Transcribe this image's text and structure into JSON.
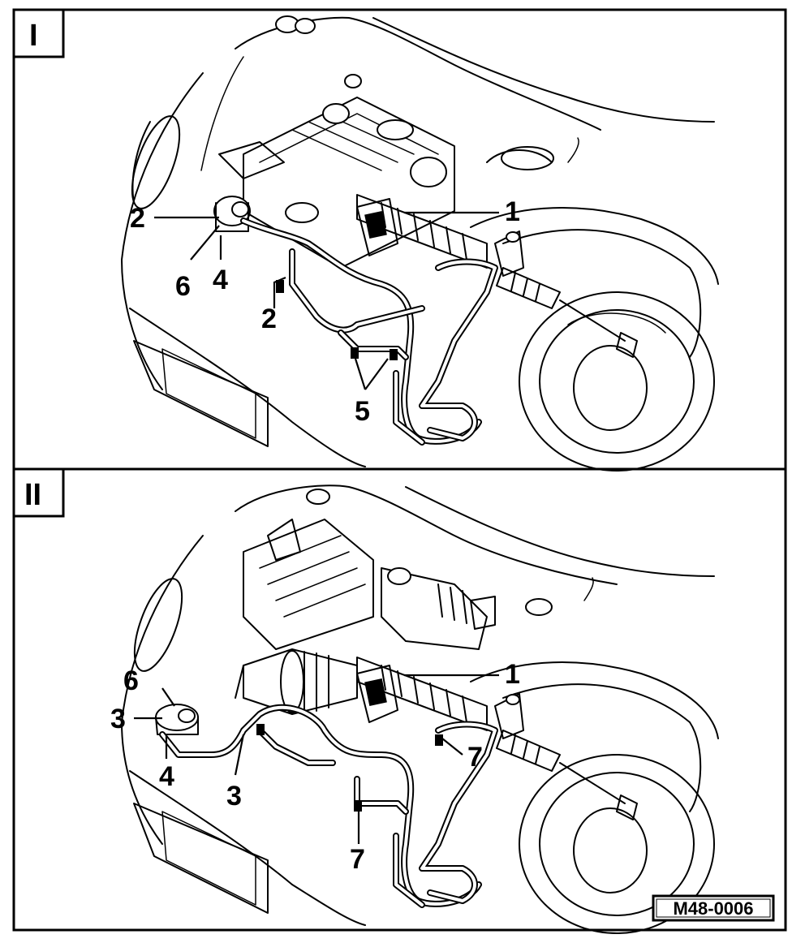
{
  "panels": [
    {
      "id": "I",
      "tab": "I",
      "labels": [
        "1",
        "2",
        "2",
        "4",
        "5",
        "6"
      ]
    },
    {
      "id": "II",
      "tab": "II",
      "labels": [
        "1",
        "3",
        "3",
        "4",
        "6",
        "7",
        "7"
      ]
    }
  ],
  "figure_code": "M48-0006"
}
